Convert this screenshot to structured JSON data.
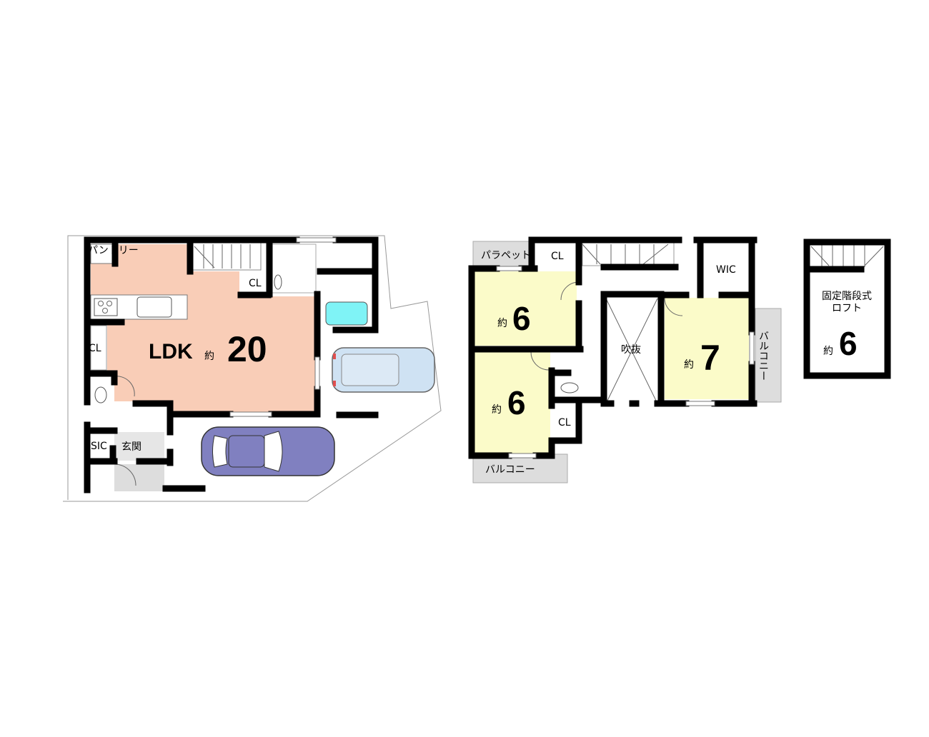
{
  "floor1": {
    "ldk_label": "LDK",
    "ldk_prefix": "約",
    "ldk_size": "20",
    "pantry": "パントリー",
    "cl_kitchen": "CL",
    "cl_left": "CL",
    "sic": "SIC",
    "entrance": "玄関"
  },
  "floor2": {
    "parapet": "パラペット",
    "cl_top": "CL",
    "room_a_prefix": "約",
    "room_a_size": "6",
    "room_b_prefix": "約",
    "room_b_size": "6",
    "cl_lower": "CL",
    "balcony_bottom": "バルコニー",
    "void": "吹抜",
    "wic": "WIC",
    "room_c_prefix": "約",
    "room_c_size": "7",
    "balcony_right": "バルコニー"
  },
  "loft": {
    "title_line1": "固定階段式",
    "title_line2": "ロフト",
    "prefix": "約",
    "size": "6"
  },
  "colors": {
    "ldk": "#f9cdb7",
    "bedroom": "#fbfbc9",
    "bath": "#7ff3f6",
    "balcony": "#dddddd",
    "car_wagon": "#cfe2f3",
    "car_sedan": "#8080c0"
  }
}
